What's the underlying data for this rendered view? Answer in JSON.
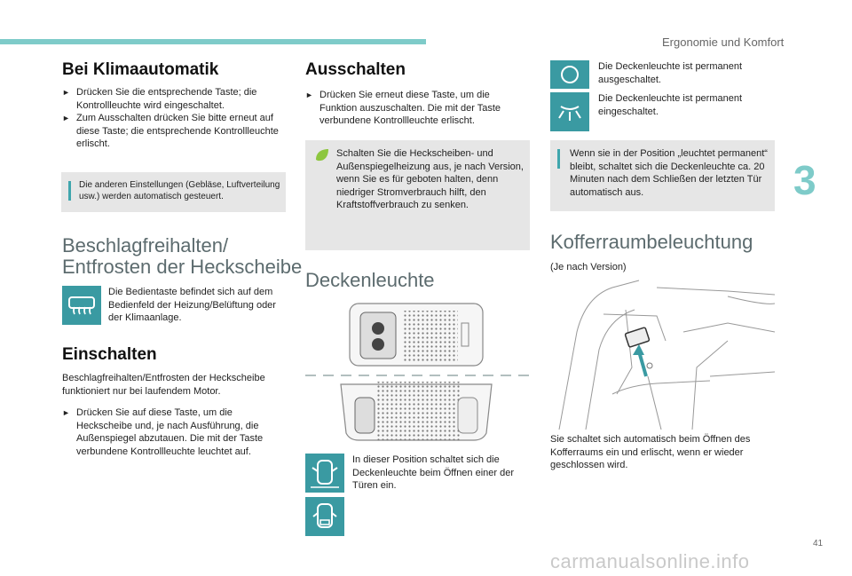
{
  "header": {
    "section": "Ergonomie und Komfort",
    "chapter": "3",
    "page": "41"
  },
  "col1": {
    "title1": "Bei Klimaautomatik",
    "bullets1": [
      "Drücken Sie die entsprechende Taste; die Kontrollleuchte wird eingeschaltet.",
      "Zum Ausschalten drücken Sie bitte erneut auf diese Taste; die entsprechende Kontrollleuchte erlischt."
    ],
    "note1": "Die anderen Einstellungen (Gebläse, Luftverteilung usw.) werden automatisch gesteuert.",
    "title2_line1": "Beschlagfreihalten/",
    "title2_line2": "Entfrosten der Heckscheibe",
    "icon_text": "Die Bedientaste befindet sich auf dem Bedienfeld der Heizung/Belüftung oder der Klimaanlage.",
    "title3": "Einschalten",
    "para3": "Beschlagfreihalten/Entfrosten der Heckscheibe funktioniert nur bei laufendem Motor.",
    "bullet3": "Drücken Sie auf diese Taste, um die Heckscheibe und, je nach Ausführung, die Außenspiegel abzutauen. Die mit der Taste verbundene Kontrollleuchte leuchtet auf."
  },
  "col2": {
    "title1": "Ausschalten",
    "bullet1": "Drücken Sie erneut diese Taste, um die Funktion auszuschalten. Die mit der Taste verbundene Kontrollleuchte erlischt.",
    "eco_note": "Schalten Sie die Heckscheiben- und Außenspiegelheizung aus, je nach Version, wenn Sie es für geboten halten, denn niedriger Stromverbrauch hilft, den Kraftstoffverbrauch zu senken.",
    "title2": "Deckenleuchte",
    "door_text": "In dieser Position schaltet sich die Deckenleuchte beim Öffnen einer der Türen ein."
  },
  "col3": {
    "off_text": "Die Deckenleuchte ist permanent ausgeschaltet.",
    "on_text": "Die Deckenleuchte ist permanent eingeschaltet.",
    "note": "Wenn sie in der Position „leuchtet permanent“ bleibt, schaltet sich die Deckenleuchte ca. 20 Minuten nach dem Schließen der letzten Tür automatisch aus.",
    "title": "Kofferraumbeleuchtung",
    "version": "(Je nach Version)",
    "caption": "Sie schaltet sich automatisch beim Öffnen des Kofferraums ein und erlischt, wenn er wieder geschlossen wird."
  },
  "footer": {
    "url": "carmanualsonline.info"
  },
  "colors": {
    "accent": "#3a9aa2",
    "light_accent": "#7ecbc9",
    "note_bg": "#e6e6e6",
    "eco_icon": "#8dc63f"
  }
}
